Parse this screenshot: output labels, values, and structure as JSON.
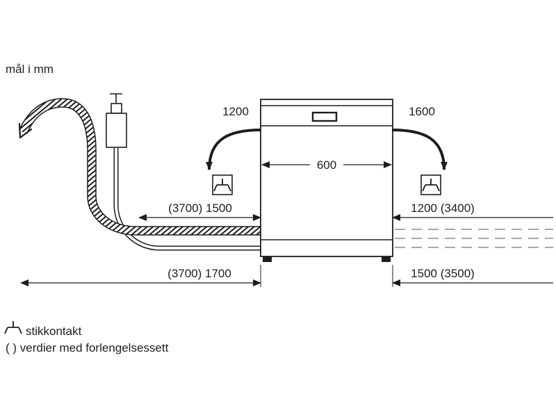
{
  "note": {
    "units": "mål i mm"
  },
  "dimensions": {
    "cord_left": "1200",
    "cord_right": "1600",
    "appliance_width": "600",
    "mid_left": "(3700) 1500",
    "mid_right": "1200 (3400)",
    "bottom_left": "(3700) 1700",
    "bottom_right": "1500 (3500)"
  },
  "legend": {
    "socket_label": "stikkontakt",
    "extension_label": "( ) verdier med forlengelsessett"
  },
  "colors": {
    "line": "#1d1d1b",
    "dash": "#8c8c8c",
    "background": "#ffffff"
  }
}
